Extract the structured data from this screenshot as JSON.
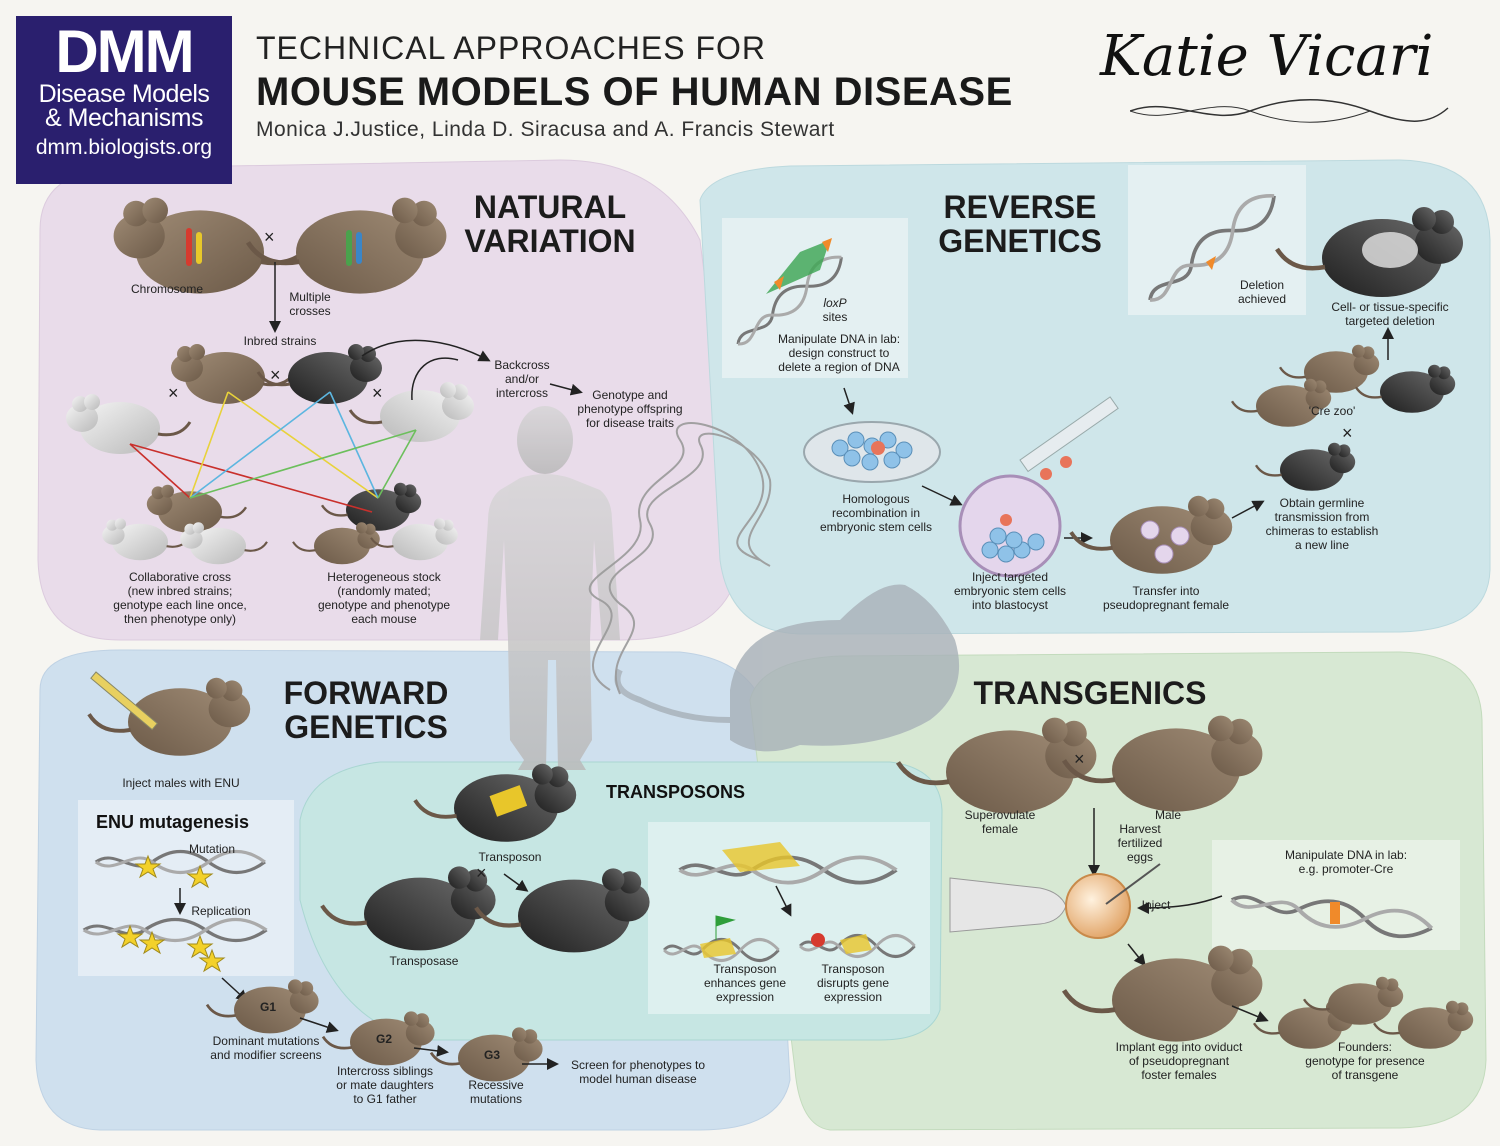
{
  "logo": {
    "abbr": "DMM",
    "line1": "Disease Models",
    "line2": "& Mechanisms",
    "url": "dmm.biologists.org"
  },
  "header": {
    "title_line1": "TECHNICAL APPROACHES FOR",
    "title_line2": "MOUSE MODELS OF HUMAN DISEASE",
    "authors": "Monica J.Justice, Linda D. Siracusa and A. Francis Stewart"
  },
  "signature": "Katie Vicari",
  "natural_variation": {
    "title_l1": "NATURAL",
    "title_l2": "VARIATION",
    "chromosome": "Chromosome",
    "multiple_crosses_l1": "Multiple",
    "multiple_crosses_l2": "crosses",
    "inbred_strains": "Inbred strains",
    "backcross_l1": "Backcross",
    "backcross_l2": "and/or",
    "backcross_l3": "intercross",
    "genotype_l1": "Genotype and",
    "genotype_l2": "phenotype offspring",
    "genotype_l3": "for disease traits",
    "collab_l1": "Collaborative cross",
    "collab_l2": "(new inbred strains;",
    "collab_l3": "genotype each line once,",
    "collab_l4": "then phenotype only)",
    "hetero_l1": "Heterogeneous stock",
    "hetero_l2": "(randomly mated;",
    "hetero_l3": "genotype and phenotype",
    "hetero_l4": "each mouse",
    "cross_symbol": "×"
  },
  "reverse_genetics": {
    "title_l1": "REVERSE",
    "title_l2": "GENETICS",
    "loxp_l1": "loxP",
    "loxp_l2": "sites",
    "manip_l1": "Manipulate DNA in lab:",
    "manip_l2": "design construct to",
    "manip_l3": "delete a region of DNA",
    "deletion_l1": "Deletion",
    "deletion_l2": "achieved",
    "cell_l1": "Cell- or tissue-specific",
    "cell_l2": "targeted deletion",
    "cre_zoo": "'Cre zoo'",
    "homol_l1": "Homologous",
    "homol_l2": "recombination in",
    "homol_l3": "embryonic stem cells",
    "inject_l1": "Inject targeted",
    "inject_l2": "embryonic stem cells",
    "inject_l3": "into blastocyst",
    "transfer_l1": "Transfer into",
    "transfer_l2": "pseudopregnant female",
    "obtain_l1": "Obtain germline",
    "obtain_l2": "transmission from",
    "obtain_l3": "chimeras to establish",
    "obtain_l4": "a new line"
  },
  "forward_genetics": {
    "title_l1": "FORWARD",
    "title_l2": "GENETICS",
    "inject_enu": "Inject males with ENU",
    "enu_title": "ENU mutagenesis",
    "mutation": "Mutation",
    "replication": "Replication",
    "g1": "G1",
    "g2": "G2",
    "g3": "G3",
    "dominant_l1": "Dominant mutations",
    "dominant_l2": "and modifier screens",
    "intercross_l1": "Intercross siblings",
    "intercross_l2": "or mate daughters",
    "intercross_l3": "to G1 father",
    "recessive_l1": "Recessive",
    "recessive_l2": "mutations",
    "screen_l1": "Screen for phenotypes to",
    "screen_l2": "model human disease"
  },
  "transposons": {
    "title": "TRANSPOSONS",
    "transposon": "Transposon",
    "transposase": "Transposase",
    "enhances_l1": "Transposon",
    "enhances_l2": "enhances gene",
    "enhances_l3": "expression",
    "disrupts_l1": "Transposon",
    "disrupts_l2": "disrupts gene",
    "disrupts_l3": "expression"
  },
  "transgenics": {
    "title": "TRANSGENICS",
    "superovulate_l1": "Superovulate",
    "superovulate_l2": "female",
    "male": "Male",
    "harvest_l1": "Harvest",
    "harvest_l2": "fertilized",
    "harvest_l3": "eggs",
    "inject": "Inject",
    "manip_l1": "Manipulate DNA in lab:",
    "manip_l2": "e.g. promoter-Cre",
    "implant_l1": "Implant egg into oviduct",
    "implant_l2": "of pseudopregnant",
    "implant_l3": "foster females",
    "founders_l1": "Founders:",
    "founders_l2": "genotype for presence",
    "founders_l3": "of transgene"
  },
  "colors": {
    "natural_bg": "#e9dcea",
    "reverse_bg": "#cfe6ea",
    "forward_bg": "#cfe0ee",
    "transposons_bg": "#c6e6e3",
    "transgenics_bg": "#d7e8d3",
    "logo_bg": "#2a1f6e"
  }
}
